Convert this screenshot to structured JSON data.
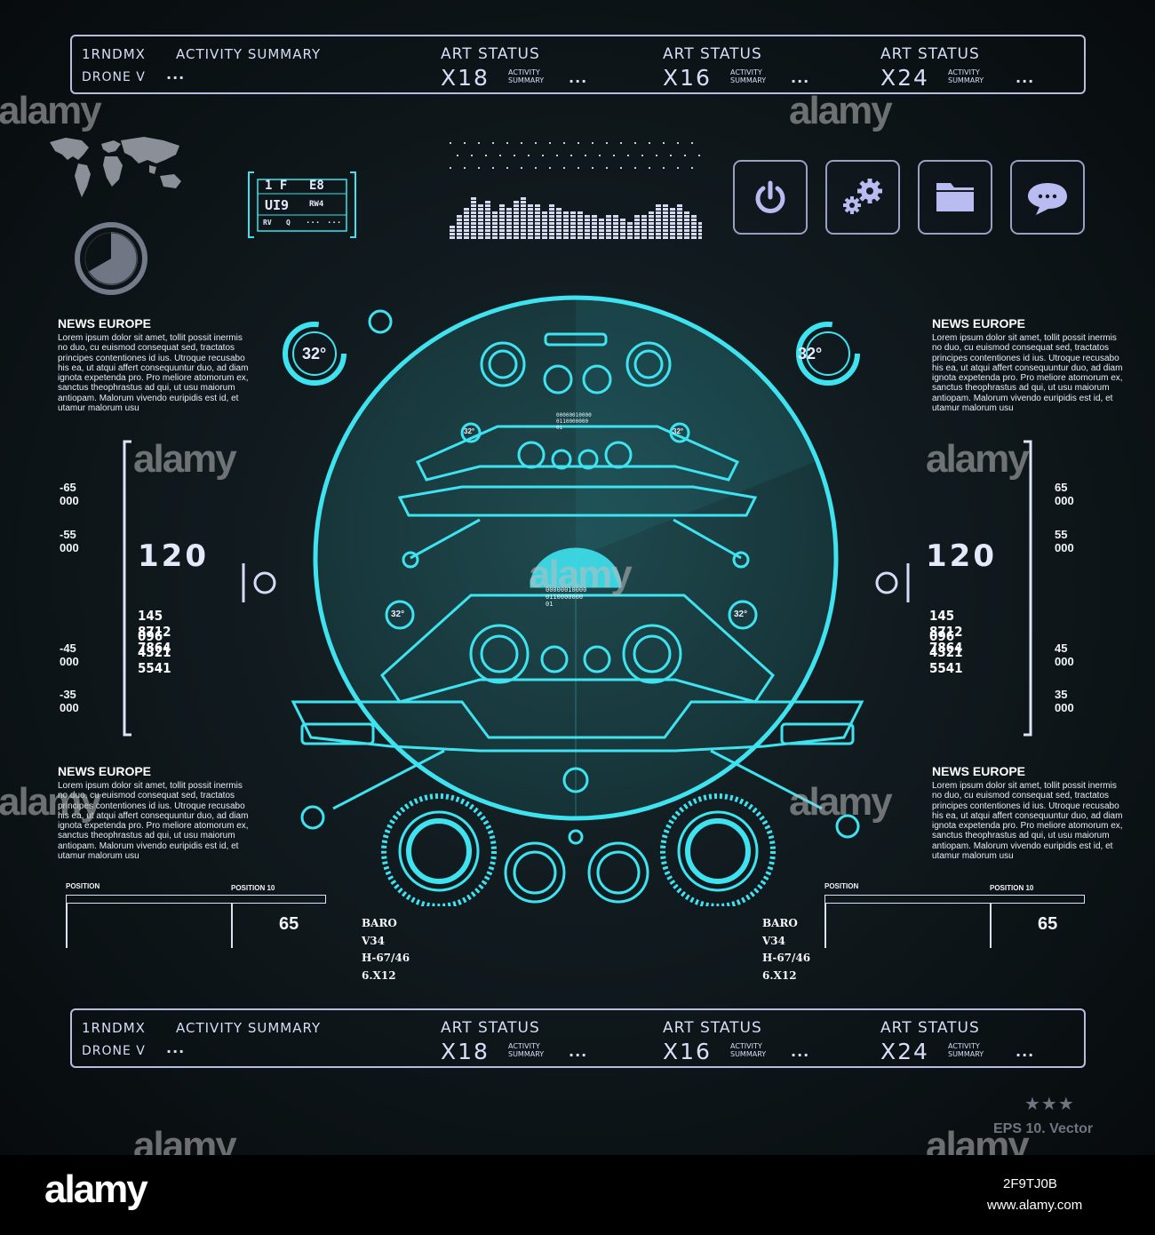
{
  "header": {
    "id_label": "1RNDMX",
    "activity_label": "ACTIVITY SUMMARY",
    "drone_label": "DRONE V",
    "ellipsis": "...",
    "status_blocks": [
      {
        "title": "ART STATUS",
        "value": "X18",
        "sub1": "ACTIVITY",
        "sub2": "SUMMARY"
      },
      {
        "title": "ART STATUS",
        "value": "X16",
        "sub1": "ACTIVITY",
        "sub2": "SUMMARY"
      },
      {
        "title": "ART STATUS",
        "value": "X24",
        "sub1": "ACTIVITY",
        "sub2": "SUMMARY"
      }
    ]
  },
  "footer_bar": {
    "id_label": "1RNDMX",
    "activity_label": "ACTIVITY SUMMARY",
    "drone_label": "DRONE V",
    "ellipsis": "...",
    "status_blocks": [
      {
        "title": "ART STATUS",
        "value": "X18",
        "sub1": "ACTIVITY",
        "sub2": "SUMMARY"
      },
      {
        "title": "ART STATUS",
        "value": "X16",
        "sub1": "ACTIVITY",
        "sub2": "SUMMARY"
      },
      {
        "title": "ART STATUS",
        "value": "X24",
        "sub1": "ACTIVITY",
        "sub2": "SUMMARY"
      }
    ]
  },
  "code_box": {
    "r1a": "1 F",
    "r1b": "E8",
    "r2a": "UI9",
    "r2b": "RW4",
    "r3a": "RV",
    "r3b": "Q",
    "r3c": "...",
    "r3d": "..."
  },
  "toolbar": {
    "icons": [
      "power-icon",
      "gears-icon",
      "folder-icon",
      "chat-icon"
    ]
  },
  "news": {
    "title": "NEWS EUROPE",
    "body": "Lorem ipsum dolor sit amet, tollit possit inermis no duo, cu euismod consequat sed, tractatos principes contentiones id ius. Utroque recusabo his ea, ut atqui affert consequuntur duo, ad diam ignota expetenda pro. Pro meliore atomorum ex, sanctus theophrastus ad qui, ut usu maiorum antiopam. Malorum vivendo euripidis est id, et utamur malorum usu"
  },
  "left_scale": {
    "ticks": [
      "-65 000",
      "-55 000",
      "-45 000",
      "-35 000"
    ]
  },
  "right_scale": {
    "ticks": [
      "65 000",
      "55 000",
      "45 000",
      "35 000"
    ]
  },
  "readout": {
    "big": "120",
    "line1": "145 8712 7864",
    "line2": "096 4321 5541"
  },
  "gauges": {
    "temp": "32°"
  },
  "position": {
    "label_left": "POSITION",
    "label_right": "POSITION 10",
    "value": "65"
  },
  "baro": {
    "l1": "BARO",
    "l2": "V34",
    "l3": "H-67/46",
    "l4": "6.X12"
  },
  "binary": {
    "b1": "00000010000",
    "b2": "0110000000",
    "b3": "01"
  },
  "eq_levels": [
    0.35,
    0.55,
    0.75,
    0.95,
    0.8,
    0.9,
    0.7,
    0.85,
    0.75,
    0.9,
    0.95,
    0.8,
    0.85,
    0.7,
    0.8,
    0.75,
    0.7,
    0.65,
    0.7,
    0.6,
    0.55,
    0.5,
    0.6,
    0.55,
    0.5,
    0.45,
    0.55,
    0.6,
    0.7,
    0.8,
    0.85,
    0.75,
    0.8,
    0.7,
    0.55,
    0.4
  ],
  "misc": {
    "stars": "★★★",
    "eps": "EPS 10. Vector"
  },
  "watermark": {
    "brand": "alamy",
    "site": "www.alamy.com",
    "image_id": "2F9TJ0B"
  },
  "colors": {
    "accent": "#3fe3f0",
    "line": "#b8bde0",
    "bg": "#111b1f"
  }
}
